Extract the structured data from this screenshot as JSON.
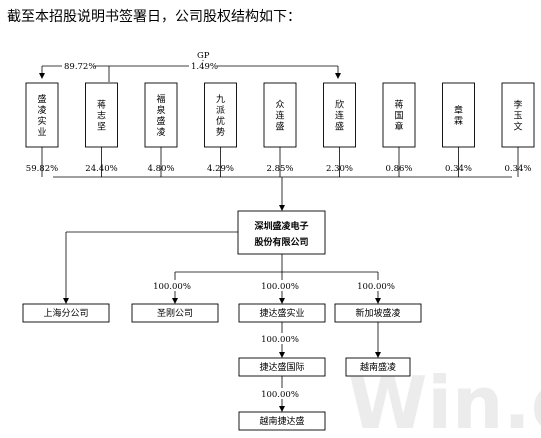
{
  "heading": "截至本招股说明书签署日，公司股权结构如下：",
  "gp_label": "GP",
  "gp_share_a": "89.72%",
  "gp_share_b": "1.49%",
  "shareholders": [
    {
      "name": "盛凌实业",
      "pct": "59.82%"
    },
    {
      "name": "蒋志坚",
      "pct": "24.40%"
    },
    {
      "name": "福泉盛凌",
      "pct": "4.80%"
    },
    {
      "name": "九派优势",
      "pct": "4.29%"
    },
    {
      "name": "众连盛",
      "pct": "2.85%"
    },
    {
      "name": "欣连盛",
      "pct": "2.30%"
    },
    {
      "name": "蒋国章",
      "pct": "0.86%"
    },
    {
      "name": "章霖",
      "pct": "0.34%"
    },
    {
      "name": "李玉文",
      "pct": "0.34%"
    }
  ],
  "company": {
    "line1": "深圳盛凌电子",
    "line2": "股份有限公司"
  },
  "subsidiaries": [
    {
      "name": "上海分公司",
      "pct": ""
    },
    {
      "name": "圣刚公司",
      "pct": "100.00%"
    },
    {
      "name": "捷达盛实业",
      "pct": "100.00%"
    },
    {
      "name": "新加坡盛凌",
      "pct": "100.00%"
    }
  ],
  "chain": [
    {
      "name": "捷达盛国际",
      "pct": "100.00%"
    },
    {
      "name": "越南捷达盛",
      "pct": "100.00%"
    }
  ],
  "sg_child": {
    "name": "越南盛凌",
    "pct": ""
  },
  "watermark": "Win.d"
}
